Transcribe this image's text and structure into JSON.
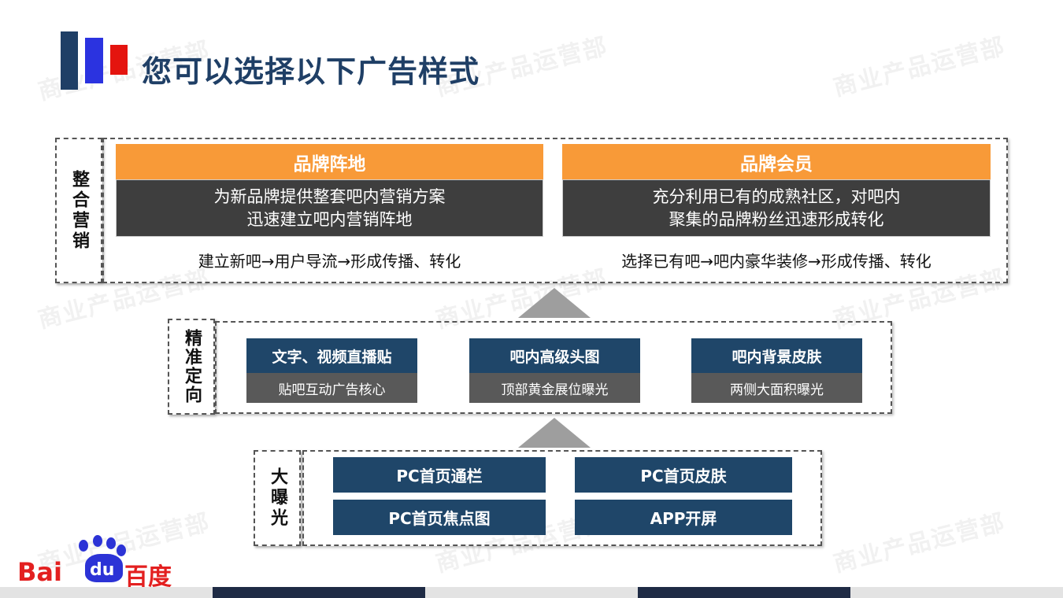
{
  "title": "您可以选择以下广告样式",
  "watermark": "商业产品运营部",
  "colors": {
    "navy": "#1f3f66",
    "blue": "#2b33e0",
    "red": "#e4140f",
    "orange": "#f89a38",
    "dark_gray": "#3e3e3e",
    "steel": "#1f4669"
  },
  "integrated": {
    "label": "整合营销",
    "cards": [
      {
        "title": "品牌阵地",
        "line1": "为新品牌提供整套吧内营销方案",
        "line2": "迅速建立吧内营销阵地",
        "flow": "建立新吧→用户导流→形成传播、转化"
      },
      {
        "title": "品牌会员",
        "line1": "充分利用已有的成熟社区，对吧内",
        "line2": "聚集的品牌粉丝迅速形成转化",
        "flow": "选择已有吧→吧内豪华装修→形成传播、转化"
      }
    ]
  },
  "targeting": {
    "label": "精准定向",
    "items": [
      {
        "title": "文字、视频直播贴",
        "sub": "贴吧互动广告核心"
      },
      {
        "title": "吧内高级头图",
        "sub": "顶部黄金展位曝光"
      },
      {
        "title": "吧内背景皮肤",
        "sub": "两侧大面积曝光"
      }
    ]
  },
  "exposure": {
    "label": "大曝光",
    "items": [
      "PC首页通栏",
      "PC首页皮肤",
      "PC首页焦点图",
      "APP开屏"
    ]
  },
  "logo": {
    "part1": "Bai",
    "part2": "du",
    "part3": "百度"
  }
}
